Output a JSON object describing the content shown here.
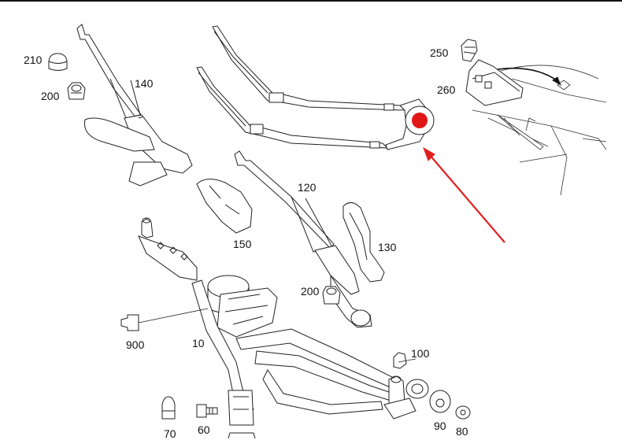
{
  "diagram": {
    "callouts": {
      "p210": "210",
      "p200a": "200",
      "p140": "140",
      "p250": "250",
      "p260": "260",
      "p120": "120",
      "p150": "150",
      "p130": "130",
      "p200b": "200",
      "p900": "900",
      "p10": "10",
      "p100": "100",
      "p70": "70",
      "p60": "60",
      "p90": "90",
      "p80": "80"
    },
    "colors": {
      "line": "#222222",
      "highlight_marker": "#e01616",
      "arrow": "#e02020"
    }
  }
}
